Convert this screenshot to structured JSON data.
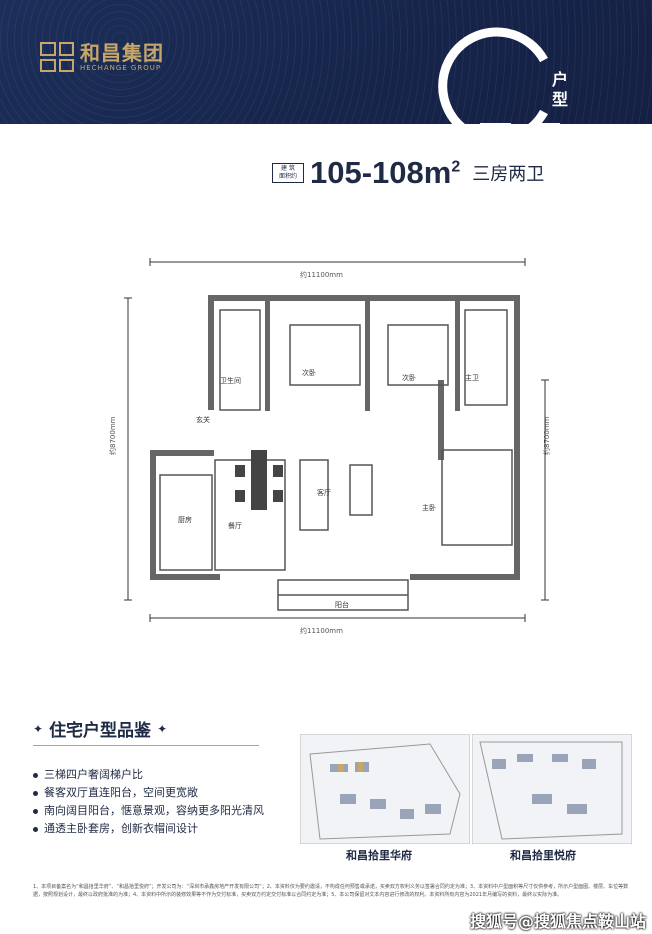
{
  "header": {
    "brand_cn": "和昌集团",
    "brand_en": "HECHANGE GROUP",
    "type_letter": "C",
    "type_label_1": "户",
    "type_label_2": "型"
  },
  "area": {
    "tag_1": "建 筑",
    "tag_2": "面积约",
    "value": "105-108m",
    "unit_sup": "2",
    "layout": "三房两卫"
  },
  "dimensions": {
    "top": "约11100mm",
    "bottom": "约11100mm",
    "left": "约8700mm",
    "right": "约8700mm"
  },
  "rooms": {
    "bath_guest": "卫生间",
    "bedroom_a": "次卧",
    "bedroom_b": "次卧",
    "bath_master": "主卫",
    "entry": "玄关",
    "kitchen": "厨房",
    "dining": "餐厅",
    "living": "客厅",
    "master": "主卧",
    "balcony": "阳台"
  },
  "features": {
    "title": "住宅户型品鉴",
    "items": [
      "三梯四户奢阔梯户比",
      "餐客双厅直连阳台，空间更宽敞",
      "南向阔目阳台，惬意景观，容纳更多阳光清风",
      "通透主卧套房，创新衣帽间设计"
    ]
  },
  "sites": {
    "left_name": "和昌拾里华府",
    "right_name": "和昌拾里悦府"
  },
  "footnote": "1、本项目备案名为“和昌拾里华府”、“和昌拾里悦府”；开发公司为：“深圳市承鑫房地产开发有限公司”；2、本资料仅为要约邀请，不构成任何预售或承诺，买卖双方权利义务以签署合同约定为准；3、本资料中户型面积等尺寸仅供参考，所示户型面图、楼层、车位等数据，按照规划设计，最终以政府批准的为准；4、本资料中所示的装修效果等不作为交付标准，买卖双方约定交付标准以合同约定为准；5、本公司保留对文本内容进行修改的权利。本资料所有内容为2021年月编写的资料，最终以实际为准。",
  "watermark": "搜狐号@搜狐焦点鞍山站",
  "colors": {
    "navy": "#18284e",
    "gold": "#c7a669",
    "ink": "#1f2a44"
  }
}
